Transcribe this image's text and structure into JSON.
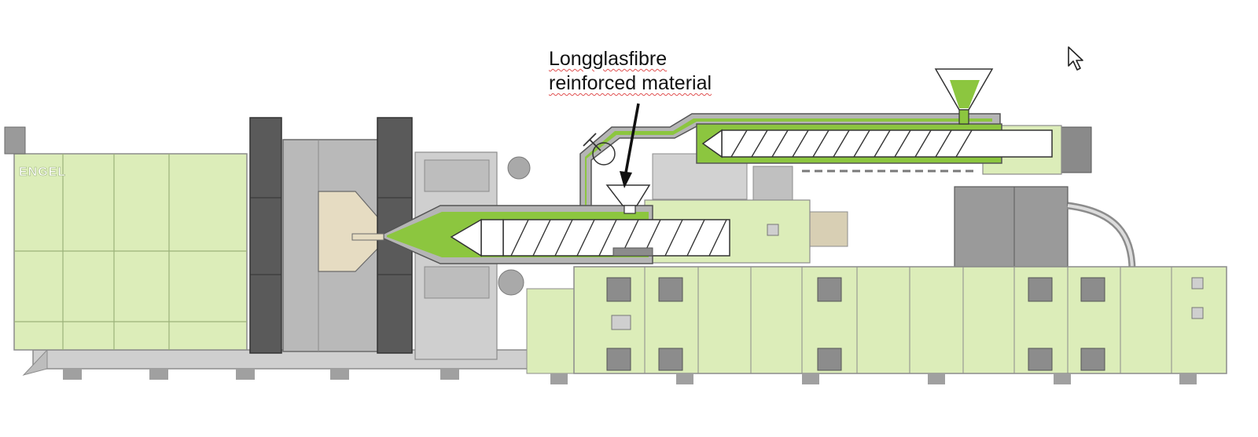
{
  "diagram": {
    "brand_label": "ENGEL",
    "callout": {
      "line1": "Longglasfibre",
      "line2": "reinforced material"
    }
  },
  "colors": {
    "machine_green": "#dcedb9",
    "material_green": "#8cc63f",
    "frame_gray": "#8c8c8c",
    "dark_gray": "#5a5a5a",
    "light_gray": "#c8c8c8"
  },
  "icons": {
    "cursor": "mouse-pointer-icon"
  }
}
